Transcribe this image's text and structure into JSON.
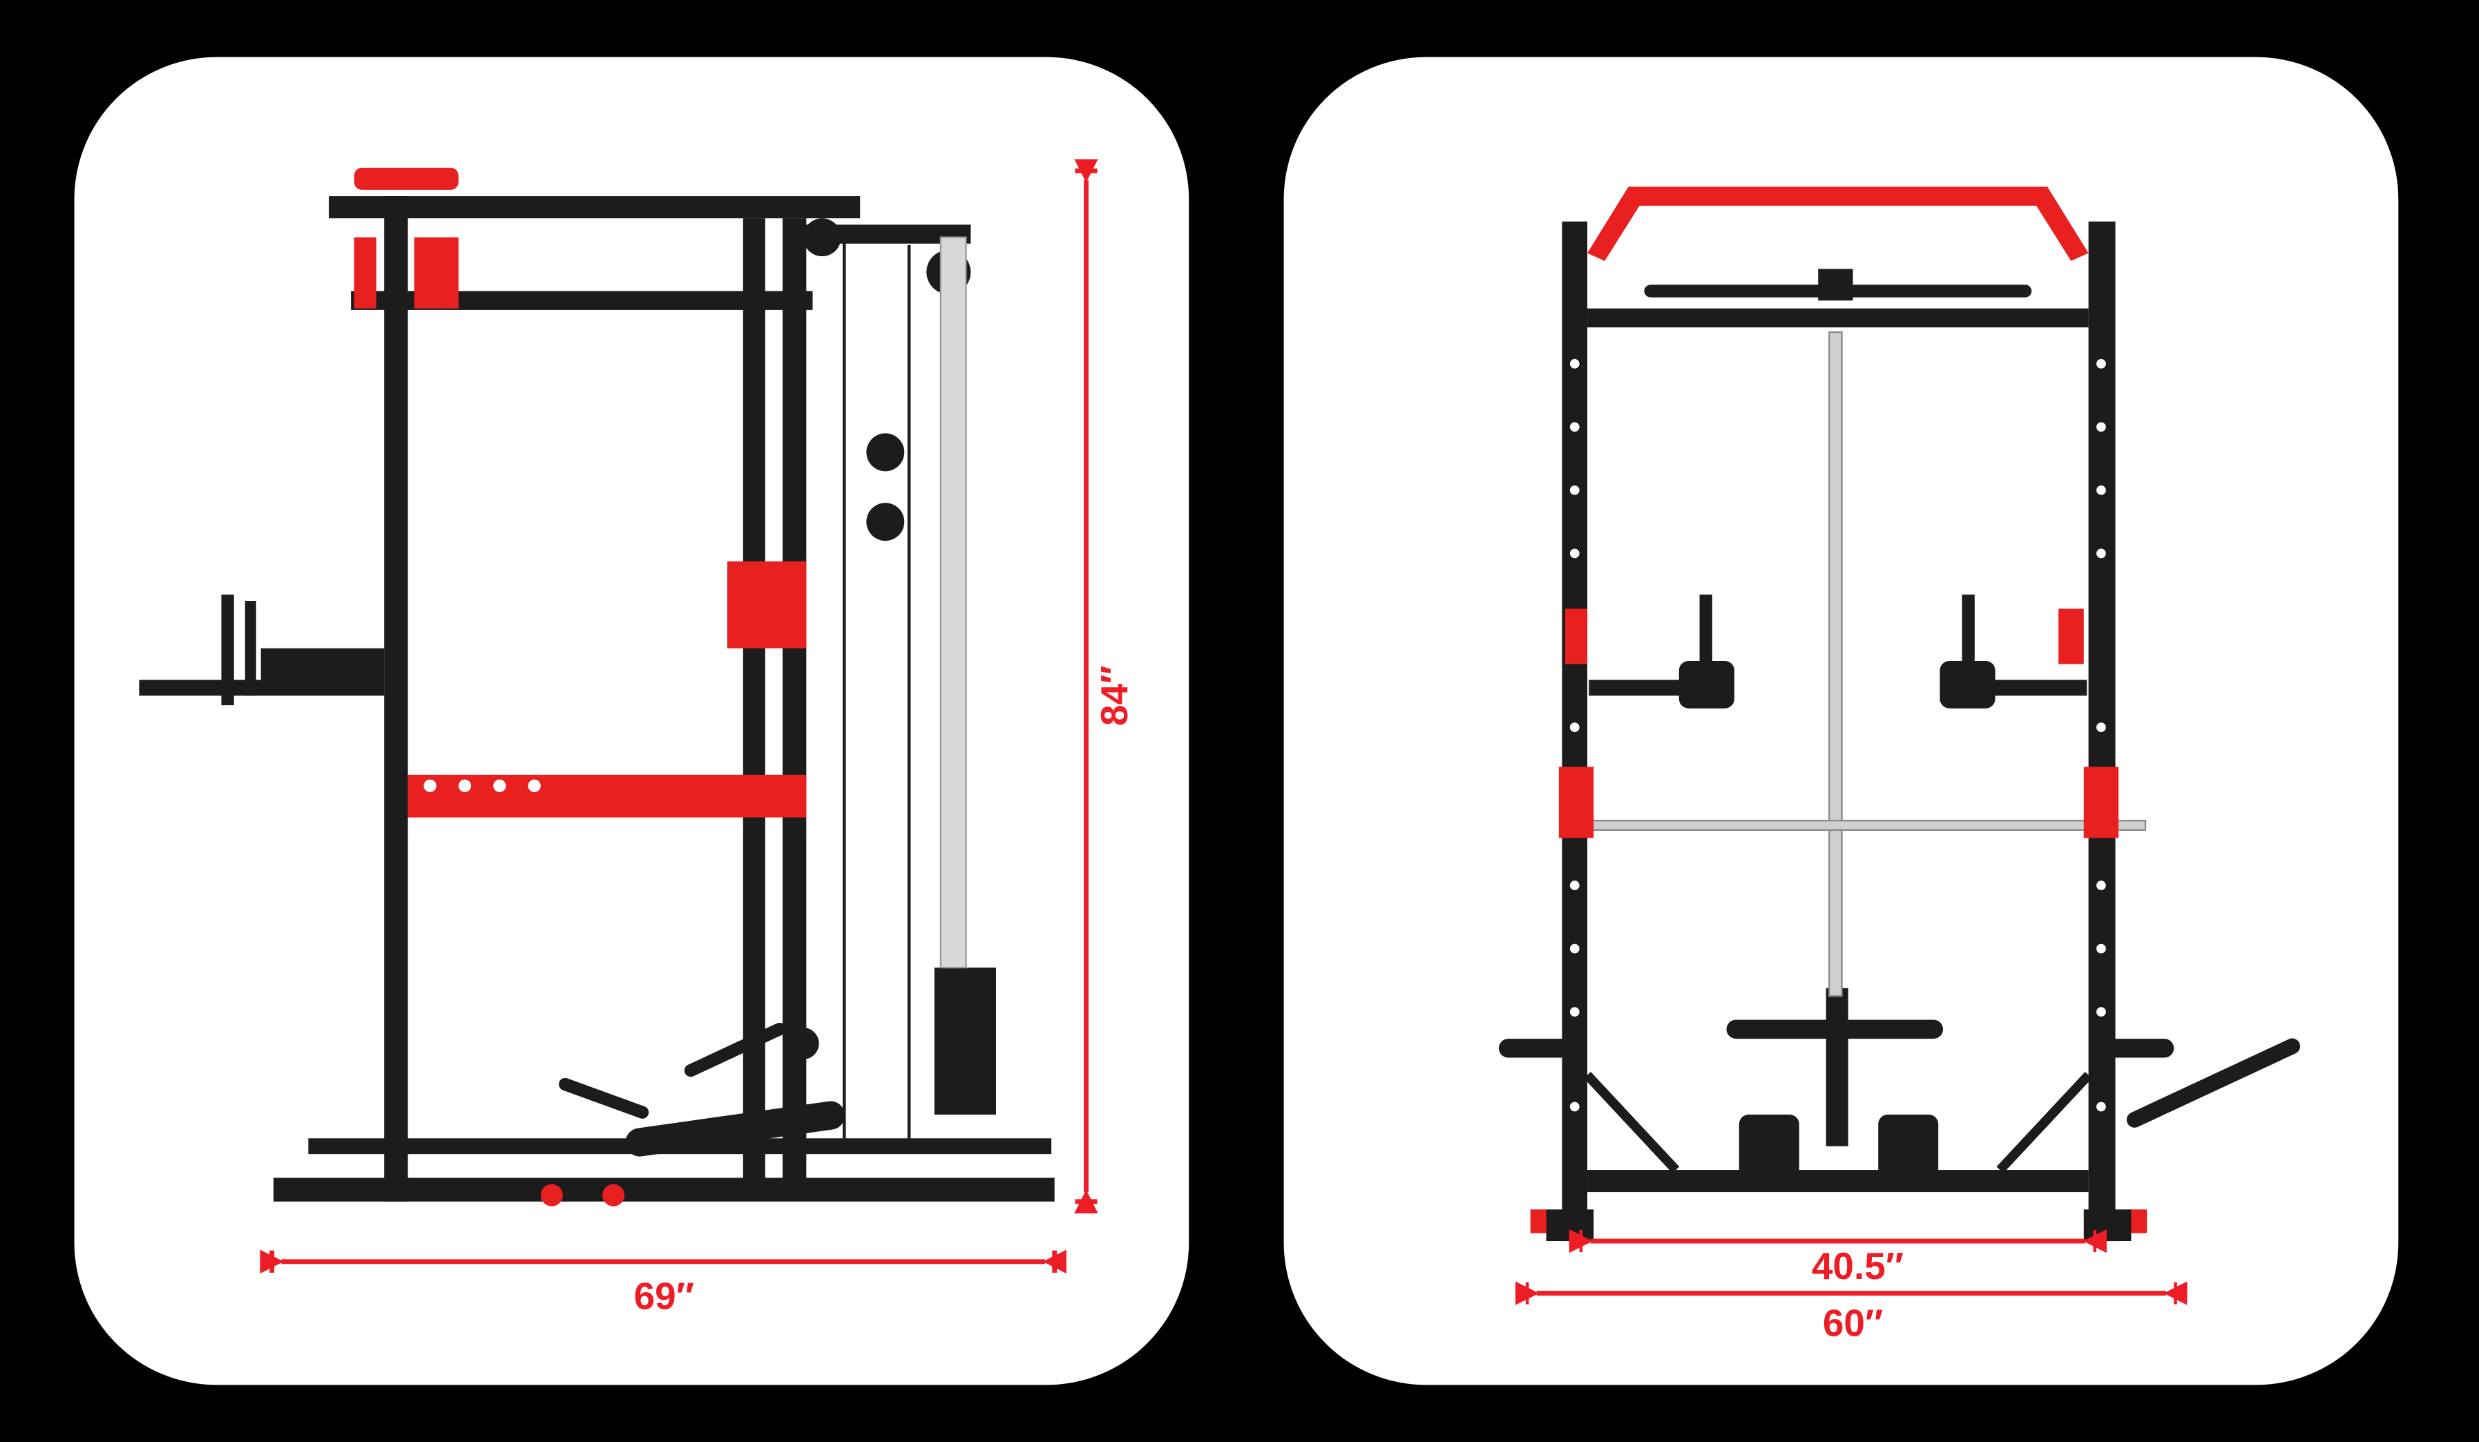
{
  "panels": [
    {
      "view": "side",
      "dimensions": {
        "height": "84″",
        "depth": "69″"
      }
    },
    {
      "view": "front",
      "dimensions": {
        "inner_width": "40.5″",
        "outer_width": "60″"
      }
    }
  ],
  "colors": {
    "background": "#000000",
    "card": "#ffffff",
    "frame": "#1c1c1c",
    "accent": "#e8201f",
    "dimension": "#ee1c25",
    "steel": "#c8c8c8"
  }
}
